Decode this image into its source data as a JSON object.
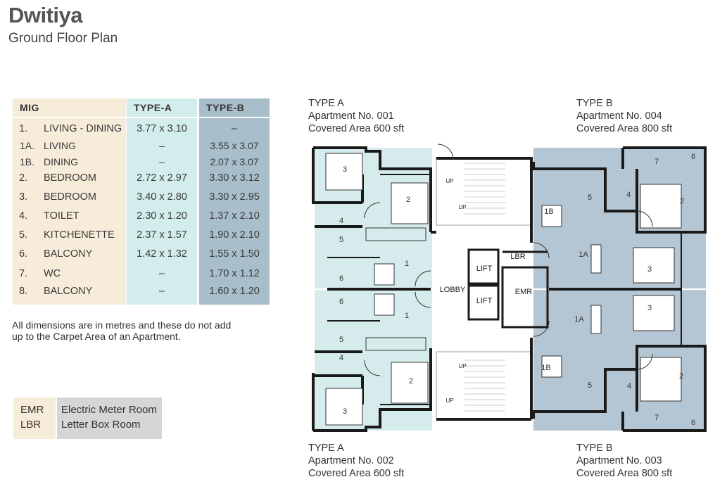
{
  "header": {
    "title": "Dwitiya",
    "subtitle": "Ground Floor Plan"
  },
  "spec_table": {
    "headers": [
      "MIG",
      "TYPE-A",
      "TYPE-B"
    ],
    "rows": [
      {
        "num": "1.",
        "name": "LIVING - DINING",
        "type_a": "3.77 x 3.10",
        "type_b": "–"
      },
      {
        "num": "1A.",
        "name": "LIVING",
        "type_a": "–",
        "type_b": "3.55 x 3.07"
      },
      {
        "num": "1B.",
        "name": "DINING",
        "type_a": "–",
        "type_b": "2.07 x 3.07"
      },
      {
        "num": "2.",
        "name": "BEDROOM",
        "type_a": "2.72 x 2.97",
        "type_b": "3.30 x 3.12"
      },
      {
        "num": "3.",
        "name": "BEDROOM",
        "type_a": "3.40 x 2.80",
        "type_b": "3.30 x 2.95"
      },
      {
        "num": "4.",
        "name": "TOILET",
        "type_a": "2.30 x 1.20",
        "type_b": "1.37 x 2.10"
      },
      {
        "num": "5.",
        "name": "KITCHENETTE",
        "type_a": "2.37 x 1.57",
        "type_b": "1.90 x 2.10"
      },
      {
        "num": "6.",
        "name": "BALCONY",
        "type_a": "1.42 x 1.32",
        "type_b": "1.55 x 1.50"
      },
      {
        "num": "7.",
        "name": "WC",
        "type_a": "–",
        "type_b": "1.70 x 1.12"
      },
      {
        "num": "8.",
        "name": "BALCONY",
        "type_a": "–",
        "type_b": "1.60 x 1.20"
      }
    ]
  },
  "note": "All dimensions are in metres and these do not add up to the Carpet Area of an Apartment.",
  "legend": [
    {
      "key": "EMR",
      "value": "Electric Meter Room"
    },
    {
      "key": "LBR",
      "value": "Letter Box Room"
    }
  ],
  "apartments": {
    "apt001": {
      "type": "TYPE A",
      "number": "Apartment No. 001",
      "area": "Covered Area 600 sft"
    },
    "apt004": {
      "type": "TYPE B",
      "number": "Apartment No. 004",
      "area": "Covered Area 800 sft"
    },
    "apt002": {
      "type": "TYPE A",
      "number": "Apartment No. 002",
      "area": "Covered Area 600 sft"
    },
    "apt003": {
      "type": "TYPE B",
      "number": "Apartment No. 003",
      "area": "Covered Area 800 sft"
    }
  },
  "plan_labels": {
    "lobby": "LOBBY",
    "lbr": "LBR",
    "emr": "EMR",
    "lift": "LIFT",
    "up": "UP",
    "r1": "1",
    "r1a": "1A",
    "r1b": "1B",
    "r2": "2",
    "r3": "3",
    "r4": "4",
    "r5": "5",
    "r6": "6",
    "r7": "7"
  },
  "colors": {
    "type_a_fill": "#d6ecec",
    "type_b_fill": "#b4c6d4",
    "wall": "#1a1a1a"
  }
}
